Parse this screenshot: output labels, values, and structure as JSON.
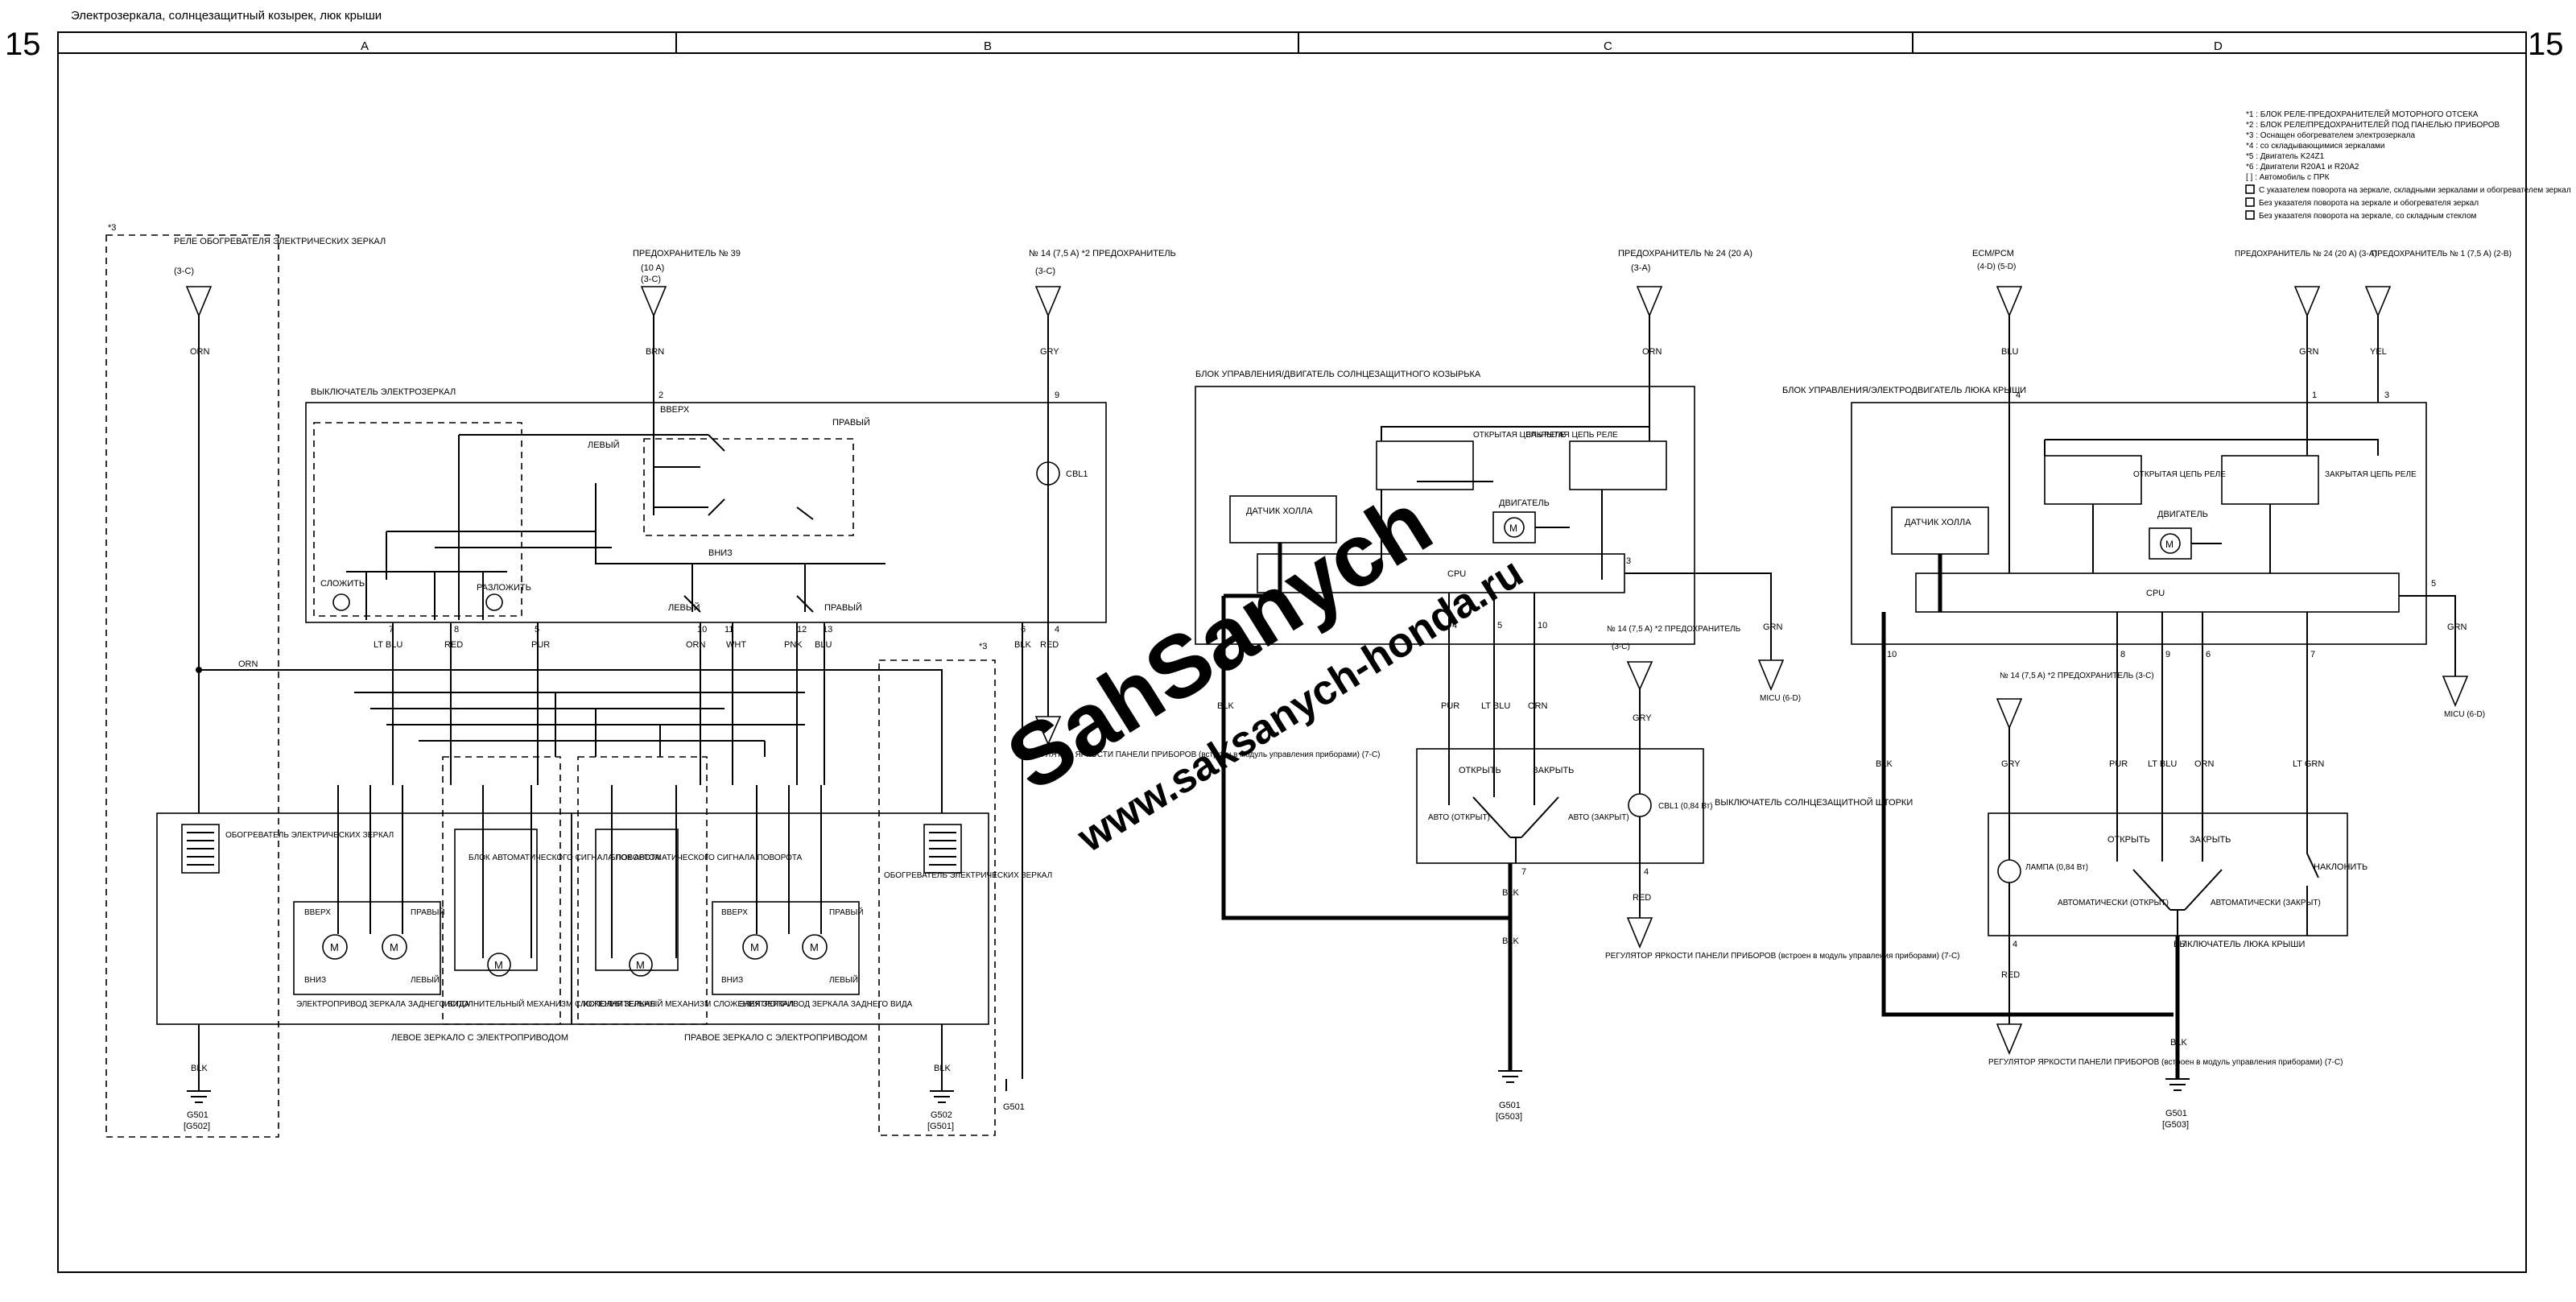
{
  "page": {
    "header_title": "Электрозеркала, солнцезащитный козырек, люк крыши",
    "page_number": "15",
    "columns": [
      "A",
      "B",
      "C",
      "D"
    ],
    "watermark": [
      "SahSanych",
      "www.saksanych-honda.ru"
    ]
  },
  "legend": [
    "*1 : БЛОК РЕЛЕ-ПРЕДОХРАНИТЕЛЕЙ МОТОРНОГО ОТСЕКА",
    "*2 : БЛОК РЕЛЕ/ПРЕДОХРАНИТЕЛЕЙ  ПОД ПАНЕЛЬЮ ПРИБОРОВ",
    "*3 : Оснащен обогревателем электрозеркала",
    "*4 : со складывающимися зеркалами",
    "*5 : Двигатель K24Z1",
    "*6 : Двигатели R20A1 и R20A2",
    "[ ] : Автомобиль с ПРК",
    "С указателем поворота на зеркале, складными зеркалами и обогревателем зеркал",
    "Без указателя поворота на зеркале и обогревателя зеркал",
    "Без указателя поворота на зеркале, со складным стеклом"
  ],
  "mirrors": {
    "relay_label": "РЕЛЕ ОБОГРЕВАТЕЛЯ ЭЛЕКТРИЧЕСКИХ ЗЕРКАЛ",
    "relay_ref": "(3-C)",
    "fuse39": "ПРЕДОХРАНИТЕЛЬ № 39",
    "fuse39_rating": "(10 A)",
    "fuse39_ref": "(3-C)",
    "fuse14": "№ 14 (7,5 A) *2 ПРЕДОХРАНИТЕЛЬ",
    "fuse14_ref": "(3-C)",
    "switch_label": "ВЫКЛЮЧАТЕЛЬ ЭЛЕКТРОЗЕРКАЛ",
    "up": "ВВЕРХ",
    "down": "ВНИЗ",
    "left": "ЛЕВЫЙ",
    "right": "ПРАВЫЙ",
    "fold": "СЛОЖИТЬ",
    "unfold": "РАЗЛОЖИТЬ",
    "bulb": "CBL1",
    "heater": "ОБОГРЕВАТЕЛЬ ЭЛЕКТРИЧЕСКИХ ЗЕРКАЛ",
    "turn_unit": "БЛОК АВТОМАТИЧЕСКОГО СИГНАЛА ПОВОРОТА",
    "actuator_rear": "ЭЛЕКТРОПРИВОД ЗЕРКАЛА ЗАДНЕГО ВИДА",
    "fold_actuator": "ИСПОЛНИТЕЛЬНЫЙ МЕХАНИЗМ СЛОЖЕНИЯ ЗЕРКАЛ",
    "left_mirror": "ЛЕВОЕ ЗЕРКАЛО С ЭЛЕКТРОПРИВОДОМ",
    "right_mirror": "ПРАВОЕ ЗЕРКАЛО С ЭЛЕКТРОПРИВОДОМ",
    "dimmer": "РЕГУЛЯТОР ЯРКОСТИ ПАНЕЛИ ПРИБОРОВ (встроен в модуль управления приборами) (7-C)",
    "g501": "G501",
    "g502": "G502",
    "g501b": "[G501]",
    "g502b": "[G502]"
  },
  "sunshade": {
    "unit_label": "БЛОК УПРАВЛЕНИЯ/ДВИГАТЕЛЬ СОЛНЦЕЗАЩИТНОГО КОЗЫРЬКА",
    "fuse24": "ПРЕДОХРАНИТЕЛЬ № 24 (20 A)",
    "fuse24_ref": "(3-A)",
    "hall": "ДАТЧИК ХОЛЛА",
    "open_relay": "ОТКРЫТАЯ ЦЕПЬ РЕЛЕ",
    "close_relay": "ЗАКРЫТАЯ ЦЕПЬ РЕЛЕ",
    "motor": "ДВИГАТЕЛЬ",
    "cpu": "CPU",
    "micu": "MICU (6-D)",
    "fuse14": "№ 14 (7,5 A) *2 ПРЕДОХРАНИТЕЛЬ",
    "fuse14_ref": "(3-C)",
    "switch_label": "ВЫКЛЮЧАТЕЛЬ СОЛНЦЕЗАЩИТНОЙ ШТОРКИ",
    "open": "ОТКРЫТЬ",
    "close": "ЗАКРЫТЬ",
    "auto_open": "АВТО (ОТКРЫТ)",
    "auto_close": "АВТО (ЗАКРЫТ)",
    "bulb": "CBL1 (0,84 Вт)",
    "dimmer": "РЕГУЛЯТОР ЯРКОСТИ ПАНЕЛИ ПРИБОРОВ (встроен в модуль управления приборами) (7-C)",
    "ground": "G501",
    "ground_b": "[G503]"
  },
  "moonroof": {
    "unit_label": "БЛОК УПРАВЛЕНИЯ/ЭЛЕКТРОДВИГАТЕЛЬ ЛЮКА КРЫШИ",
    "ecm": "ECM/PCM",
    "ecm_refs": "(4-D) (5-D)",
    "fuse24": "ПРЕДОХРАНИТЕЛЬ № 24 (20 A) (3-A)",
    "fuse1": "ПРЕДОХРАНИТЕЛЬ № 1 (7,5 A) (2-B)",
    "hall": "ДАТЧИК ХОЛЛА",
    "open_relay": "ОТКРЫТАЯ ЦЕПЬ РЕЛЕ",
    "close_relay": "ЗАКРЫТАЯ ЦЕПЬ РЕЛЕ",
    "motor": "ДВИГАТЕЛЬ",
    "cpu": "CPU",
    "micu": "MICU (6-D)",
    "fuse14": "№ 14 (7,5 A) *2 ПРЕДОХРАНИТЕЛЬ (3-C)",
    "lamp": "ЛАМПА (0,84 Вт)",
    "open": "ОТКРЫТЬ",
    "close": "ЗАКРЫТЬ",
    "tilt": "НАКЛОНИТЬ",
    "auto_open": "АВТОМАТИЧЕСКИ (ОТКРЫТ)",
    "auto_close": "АВТОМАТИЧЕСКИ (ЗАКРЫТ)",
    "switch_label": "ВЫКЛЮЧАТЕЛЬ ЛЮКА КРЫШИ",
    "dimmer": "РЕГУЛЯТОР ЯРКОСТИ ПАНЕЛИ ПРИБОРОВ (встроен в модуль управления приборами) (7-C)",
    "ground": "G501",
    "ground_b": "[G503]"
  },
  "wires": {
    "orn": "ORN",
    "brn": "BRN",
    "gry": "GRY",
    "red": "RED",
    "blk": "BLK",
    "pur": "PUR",
    "ltblu": "LT BLU",
    "wht": "WHT",
    "pnk": "PNK",
    "blu": "BLU",
    "yel": "YEL",
    "grn": "GRN",
    "ltgrn": "LT GRN"
  }
}
